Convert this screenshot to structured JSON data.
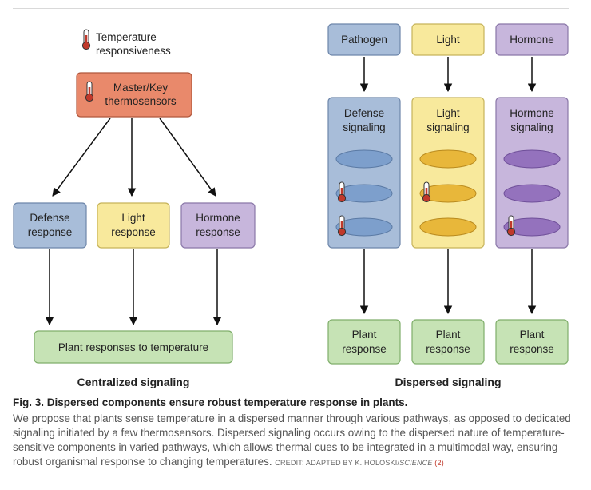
{
  "centralized": {
    "legend_label": [
      "Temperature",
      "responsiveness"
    ],
    "master": [
      "Master/Key",
      "thermosensors"
    ],
    "responses": [
      {
        "lines": [
          "Defense",
          "response"
        ]
      },
      {
        "lines": [
          "Light",
          "response"
        ]
      },
      {
        "lines": [
          "Hormone",
          "response"
        ]
      }
    ],
    "plant_responses": "Plant responses to temperature",
    "heading": "Centralized signaling"
  },
  "dispersed": {
    "inputs": [
      "Pathogen",
      "Light",
      "Hormone"
    ],
    "pathways": [
      {
        "lines": [
          "Defense",
          "signaling"
        ]
      },
      {
        "lines": [
          "Light",
          "signaling"
        ]
      },
      {
        "lines": [
          "Hormone",
          "signaling"
        ]
      }
    ],
    "outputs": [
      {
        "lines": [
          "Plant",
          "response"
        ]
      },
      {
        "lines": [
          "Plant",
          "response"
        ]
      },
      {
        "lines": [
          "Plant",
          "response"
        ]
      }
    ],
    "heading": "Dispersed signaling"
  },
  "caption": {
    "title": "Fig. 3. Dispersed components ensure robust temperature response in plants.",
    "body": "We propose that plants sense temperature in a dispersed manner through various pathways, as opposed to dedicated signaling initiated by a few thermosensors. Dispersed signaling occurs owing to the dispersed nature of temperature-sensitive components in varied pathways, which allows thermal cues to be integrated in a multimodal way, ensuring robust organismal response to changing temperatures.",
    "credit_prefix": "CREDIT: ADAPTED BY K. HOLOSKI/",
    "credit_source": "SCIENCE",
    "credit_ref": "(2)"
  },
  "colors": {
    "blue": "#a8bdd9",
    "blue_stroke": "#6d86aa",
    "blue_oval": "#7d9fcc",
    "yellow": "#f8e99c",
    "yellow_stroke": "#c6b35a",
    "yellow_oval": "#e8b73a",
    "purple": "#c7b6dc",
    "purple_stroke": "#8a77a8",
    "purple_oval": "#9472bd",
    "green": "#c6e3b5",
    "green_stroke": "#7fae6a",
    "orange": "#e9896b",
    "orange_stroke": "#b0573c",
    "thermometer": "#c0392b"
  }
}
